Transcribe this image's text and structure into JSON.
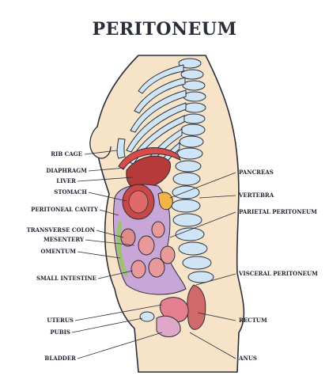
{
  "title": "PERITONEUM",
  "labels_left": [
    {
      "key": "rib_cage",
      "text": "RIB CAGE"
    },
    {
      "key": "diaphragm",
      "text": "DIAPHRAGM"
    },
    {
      "key": "liver",
      "text": "LIVER"
    },
    {
      "key": "stomach",
      "text": "STOMACH"
    },
    {
      "key": "peritoneal_cavity",
      "text": "PERITONEAL CAVITY"
    },
    {
      "key": "transverse_colon",
      "text": "TRANSVERSE COLON"
    },
    {
      "key": "mesentery",
      "text": "MESENTERY"
    },
    {
      "key": "omentum",
      "text": "OMENTUM"
    },
    {
      "key": "small_intestine",
      "text": "SMALL INTESTINE"
    },
    {
      "key": "uterus",
      "text": "UTERUS"
    },
    {
      "key": "pubis",
      "text": "PUBIS"
    },
    {
      "key": "bladder",
      "text": "BLADDER"
    }
  ],
  "labels_right": [
    {
      "key": "pancreas",
      "text": "PANCREAS"
    },
    {
      "key": "vertebra",
      "text": "VERTEBRA"
    },
    {
      "key": "parietal_peritoneum",
      "text": "PARIETAL PERITONEUM"
    },
    {
      "key": "visceral_peritoneum",
      "text": "VISCERAL PERITONEUM"
    },
    {
      "key": "rectum",
      "text": "RECTUM"
    },
    {
      "key": "anus",
      "text": "ANUS"
    }
  ]
}
